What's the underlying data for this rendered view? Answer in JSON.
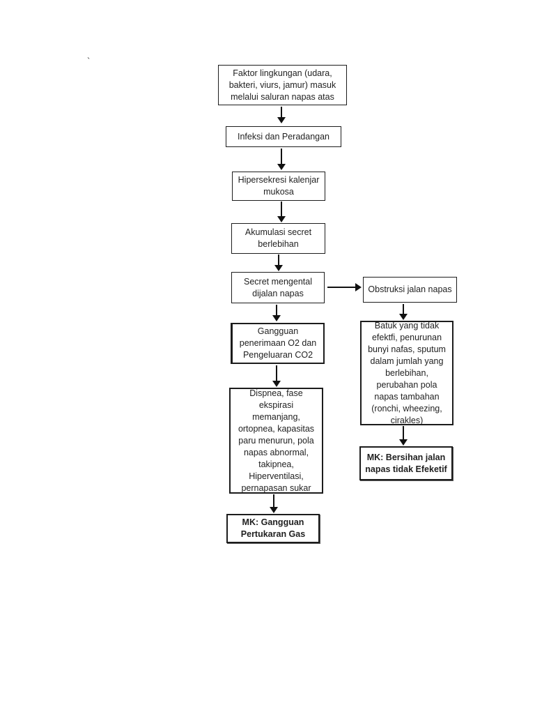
{
  "page": {
    "background": "#ffffff",
    "stray_mark": "`"
  },
  "flowchart": {
    "type": "flowchart",
    "language": "Indonesian",
    "colors": {
      "box_border": "#1c1c1c",
      "box_fill": "#ffffff",
      "text": "#1f1f1f",
      "arrow": "#111111"
    },
    "nodes": {
      "faktor": {
        "text": "Faktor lingkungan (udara, bakteri, viurs, jamur) masuk melalui saluran napas atas",
        "style": "normal"
      },
      "infeksi": {
        "text": "Infeksi dan Peradangan",
        "style": "normal"
      },
      "hiper": {
        "text": "Hipersekresi kalenjar mukosa",
        "style": "normal"
      },
      "akum": {
        "text": "Akumulasi secret berlebihan",
        "style": "normal"
      },
      "secret": {
        "text": "Secret mengental dijalan napas",
        "style": "normal"
      },
      "o2co2": {
        "text": "Gangguan penerimaan O2 dan Pengeluaran CO2",
        "style": "emphasized"
      },
      "dispnea": {
        "text": "Dispnea, fase ekspirasi memanjang, ortopnea, kapasitas paru menurun, pola napas abnormal, takipnea, Hiperventilasi, pernapasan sukar",
        "style": "emphasized"
      },
      "mkgas": {
        "text": "MK: Gangguan Pertukaran Gas",
        "style": "bold"
      },
      "obstruksi": {
        "text": "Obstruksi jalan napas",
        "style": "normal"
      },
      "batuk": {
        "text": "Batuk yang tidak efektfi, penurunan bunyi nafas, sputum dalam jumlah yang berlebihan, perubahan pola napas tambahan (ronchi, wheezing, cirakles)",
        "style": "emphasized"
      },
      "mkbersih": {
        "text": "MK: Bersihan jalan napas tidak Efeketif",
        "style": "bold"
      }
    },
    "edges": [
      {
        "from": "faktor",
        "to": "infeksi",
        "direction": "down"
      },
      {
        "from": "infeksi",
        "to": "hiper",
        "direction": "down"
      },
      {
        "from": "hiper",
        "to": "akum",
        "direction": "down"
      },
      {
        "from": "akum",
        "to": "secret",
        "direction": "down"
      },
      {
        "from": "secret",
        "to": "o2co2",
        "direction": "down"
      },
      {
        "from": "secret",
        "to": "obstruksi",
        "direction": "right"
      },
      {
        "from": "o2co2",
        "to": "dispnea",
        "direction": "down"
      },
      {
        "from": "dispnea",
        "to": "mkgas",
        "direction": "down"
      },
      {
        "from": "obstruksi",
        "to": "batuk",
        "direction": "down"
      },
      {
        "from": "batuk",
        "to": "mkbersih",
        "direction": "down"
      }
    ]
  }
}
